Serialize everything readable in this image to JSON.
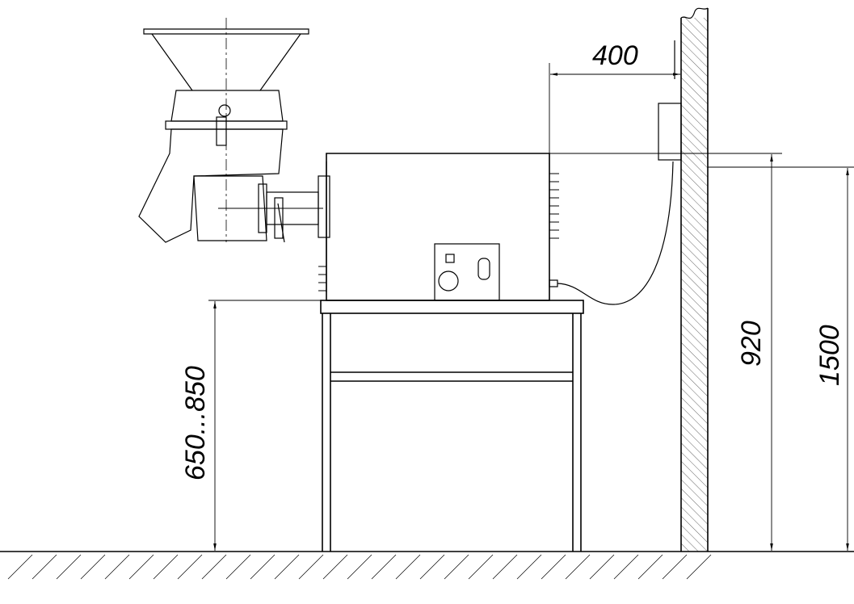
{
  "dimensions": {
    "wall_clearance": "400",
    "machine_top_height": "920",
    "wall_height": "1500",
    "table_height_range": "650...850"
  }
}
